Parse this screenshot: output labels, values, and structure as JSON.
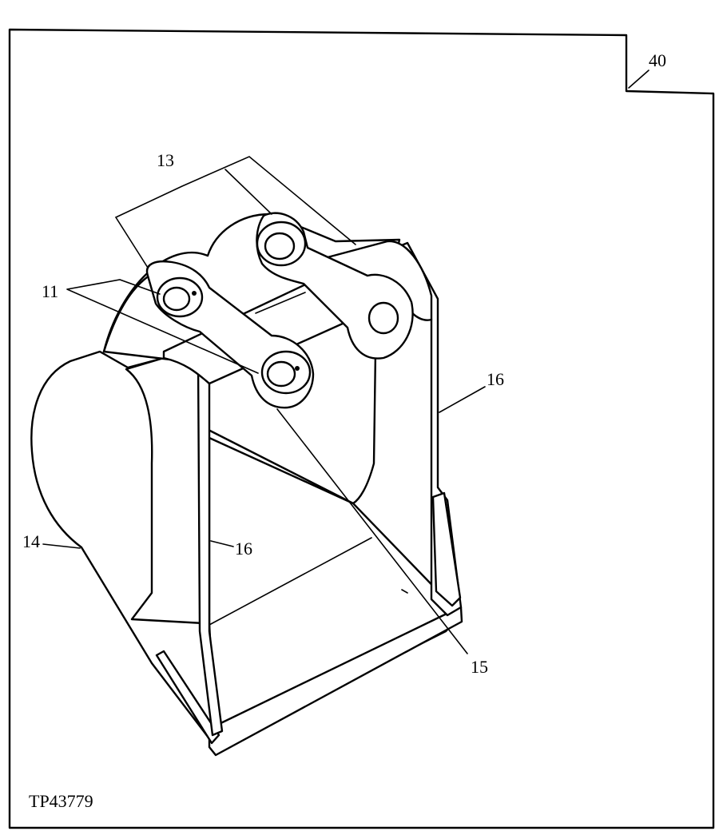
{
  "page": {
    "figure_id": "TP43779"
  },
  "callouts": {
    "label_11": "11",
    "label_13": "13",
    "label_14": "14",
    "label_15": "15",
    "label_16_right": "16",
    "label_16_left": "16",
    "label_40": "40"
  },
  "colors": {
    "ink": "#000000",
    "paper": "#ffffff"
  }
}
